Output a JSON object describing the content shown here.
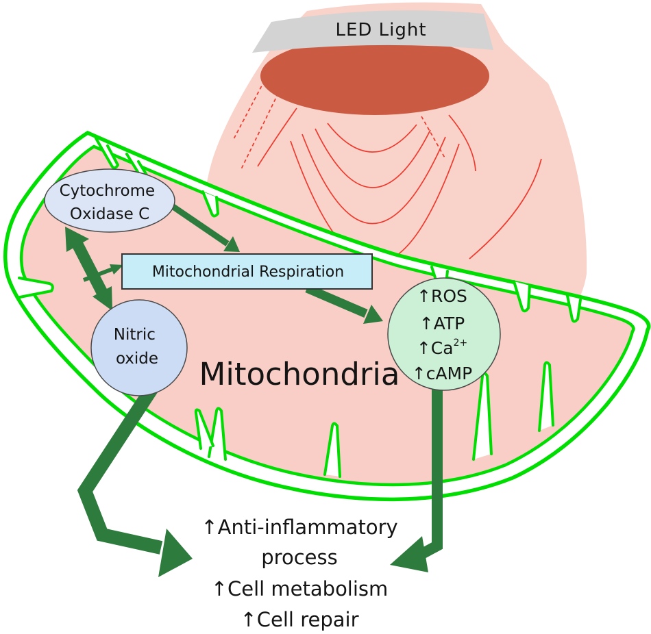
{
  "led": {
    "label": "LED Light"
  },
  "mitochondria": {
    "label": "Mitochondria"
  },
  "nodes": {
    "cytochrome_oxidase": {
      "line1": "Cytochrome",
      "line2": "Oxidase C"
    },
    "mitochondrial_respiration": {
      "label": "Mitochondrial Respiration"
    },
    "nitric_oxide": {
      "line1": "Nitric",
      "line2": "oxide"
    },
    "effects": {
      "ros": "↑ROS",
      "atp": "↑ATP",
      "ca_base": "↑Ca",
      "ca_sup": "2+",
      "camp": "↑cAMP"
    }
  },
  "outcomes": {
    "lines": [
      "↑Anti-inflammatory",
      "process",
      "↑Cell metabolism",
      "↑Cell repair"
    ]
  },
  "colors": {
    "tissue_pink": "#f9d2c9",
    "light_spot_red": "#cb5a42",
    "led_panel_gray": "#d3d3d3",
    "wave_red": "#ee3a2e",
    "membrane_green": "#00dd00",
    "matrix_pink": "#f8cec6",
    "arrow_dark_green": "#2e7b3e",
    "node_blue": "#dbe5f6",
    "nitric_blue": "#ccdcf4",
    "respiration_cyan": "#c7edf8",
    "effects_mint": "#cbf0d5",
    "text_black": "#141414"
  }
}
